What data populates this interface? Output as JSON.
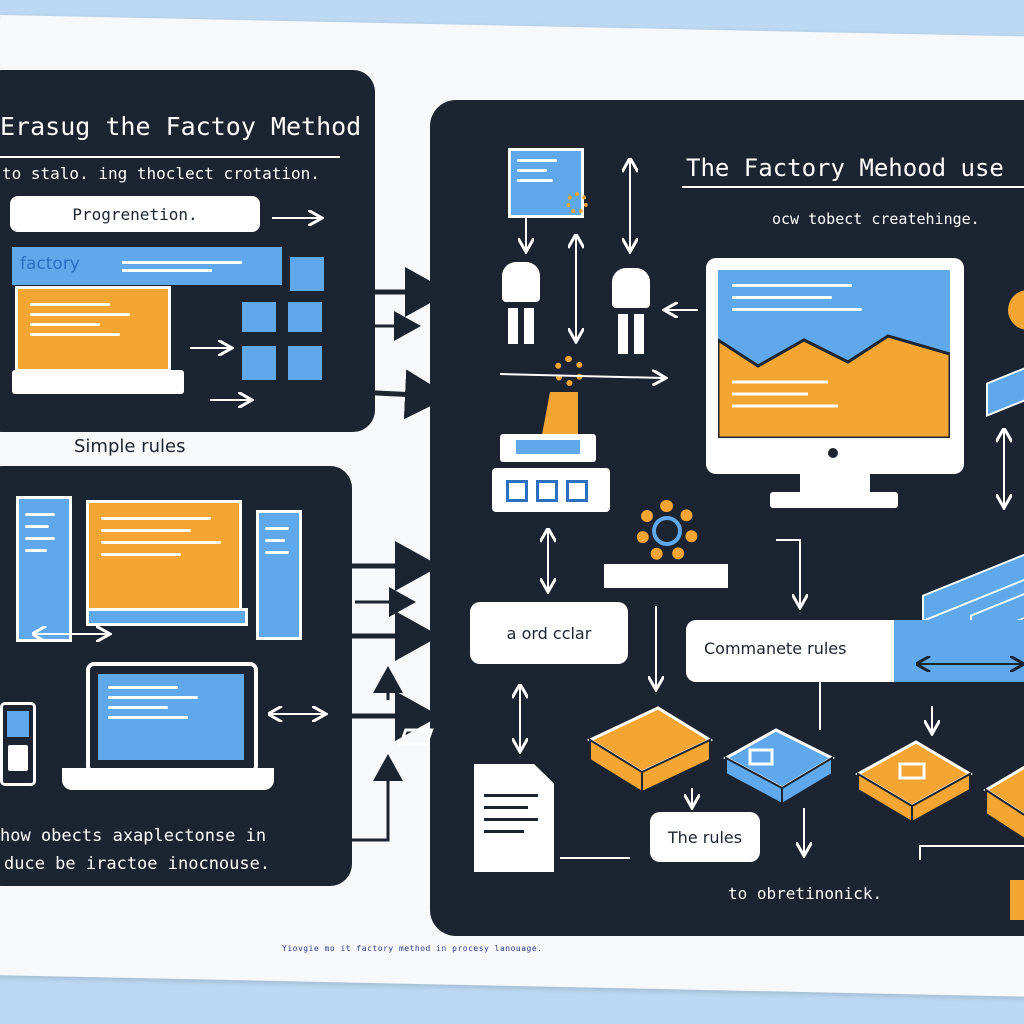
{
  "left_top_panel": {
    "title": "Erasug the Factoy Method",
    "subtitle": "to stalo. ing thoclect crotation.",
    "pill_label": "Progrenetion.",
    "bar_label": "factory"
  },
  "left_caption": "Simple rules",
  "left_bottom_panel": {
    "caption_line1": "how obects axaplectonse in",
    "caption_line2": "duce be iractoe inocnouse."
  },
  "right_panel": {
    "title": "The Factory Mehood use",
    "subtitle": "ocw tobect createhinge.",
    "label_a": "a ord cclar",
    "label_b": "Commanete rules",
    "label_c": "The rules",
    "caption": "to obretinonick."
  },
  "footer_text": "Yiovgie mo it factory method in procesy lanouage.",
  "colors": {
    "panel": "#1b2430",
    "blue": "#5fa8ec",
    "orange": "#f5a532",
    "white": "#ffffff"
  }
}
